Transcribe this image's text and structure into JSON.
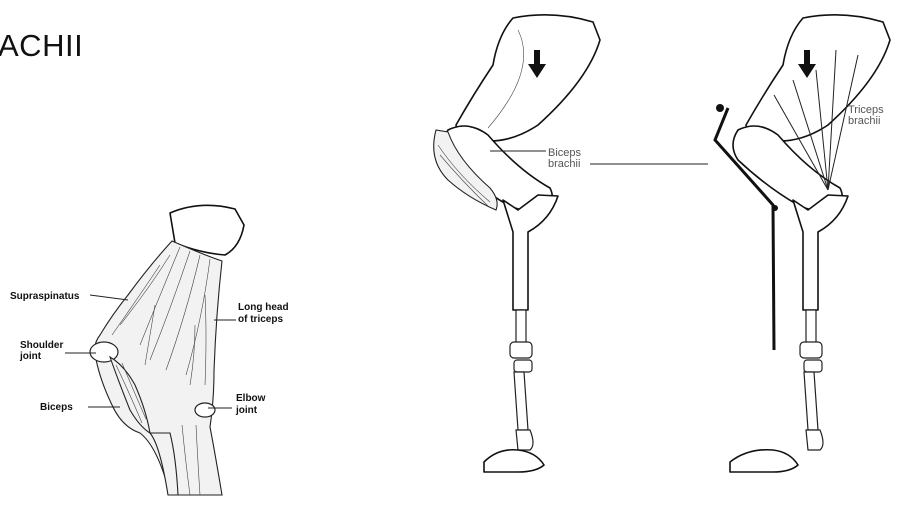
{
  "title": "ACHII",
  "left_figure": {
    "labels": {
      "supraspinatus": "Supraspinatus",
      "shoulder_joint_line1": "Shoulder",
      "shoulder_joint_line2": "joint",
      "biceps": "Biceps",
      "long_head_line1": "Long head",
      "long_head_line2": "of triceps",
      "elbow_line1": "Elbow",
      "elbow_line2": "joint"
    }
  },
  "right_figure": {
    "labels": {
      "biceps_line1": "Biceps",
      "biceps_line2": "brachii",
      "triceps_line1": "Triceps",
      "triceps_line2": "brachii"
    },
    "icons": [
      "down-arrow-icon",
      "down-arrow-icon"
    ]
  }
}
